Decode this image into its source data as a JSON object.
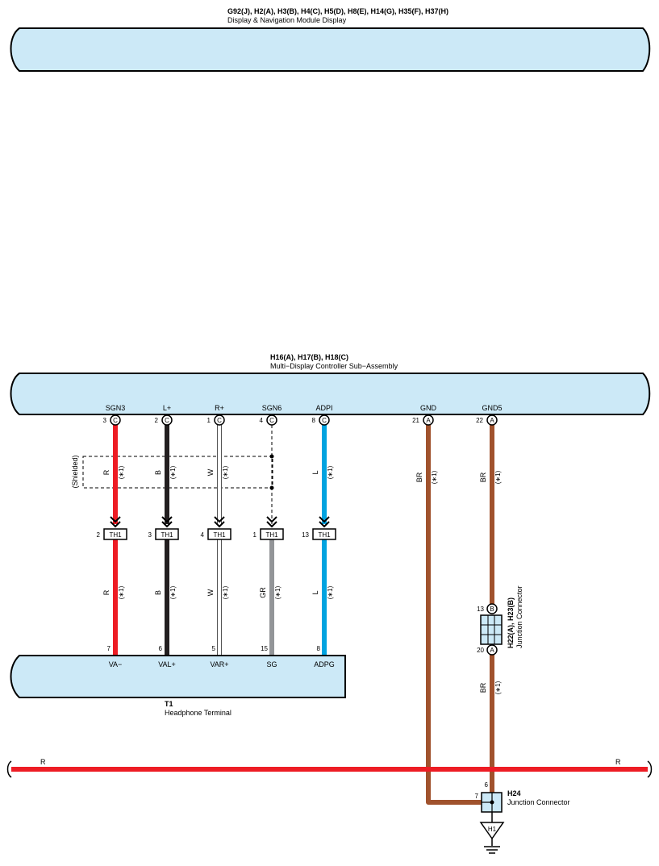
{
  "modules": {
    "display": {
      "code": "G92(J), H2(A), H3(B), H4(C), H5(D), H8(E), H14(G), H35(F), H37(H)",
      "name": "Display & Navigation Module Display"
    },
    "controller": {
      "code": "H16(A), H17(B), H18(C)",
      "name": "Multi−Display Controller Sub−Assembly"
    },
    "headphone": {
      "code": "T1",
      "name": "Headphone Terminal"
    },
    "junction1": {
      "code": "H22(A), H23(B)",
      "name": "Junction Connector"
    },
    "junction2": {
      "code": "H24",
      "name": "Junction Connector"
    }
  },
  "shielded_label": "(Shielded)",
  "note": "(∗1)",
  "ground_label": "H1",
  "colors": {
    "R": "#ed1c24",
    "B": "#231f20",
    "W": "#ffffff",
    "GR": "#939598",
    "L": "#00a3e0",
    "BR": "#a0522d",
    "box_fill": "#cce9f7"
  },
  "wires": [
    {
      "id": "va-minus",
      "top_pin": "3",
      "top_conn": "C",
      "top_label": "SGN3",
      "upper_color": "R",
      "th_pin": "2",
      "th_label": "TH1",
      "lower_color": "R",
      "bottom_pin": "7",
      "bottom_label": "VA−"
    },
    {
      "id": "val-plus",
      "top_pin": "2",
      "top_conn": "C",
      "top_label": "L+",
      "upper_color": "B",
      "th_pin": "3",
      "th_label": "TH1",
      "lower_color": "B",
      "bottom_pin": "6",
      "bottom_label": "VAL+"
    },
    {
      "id": "var-plus",
      "top_pin": "1",
      "top_conn": "C",
      "top_label": "R+",
      "upper_color": "W",
      "th_pin": "4",
      "th_label": "TH1",
      "lower_color": "W",
      "bottom_pin": "5",
      "bottom_label": "VAR+"
    },
    {
      "id": "sg",
      "top_pin": "4",
      "top_conn": "C",
      "top_label": "SGN6",
      "upper_color": "",
      "th_pin": "1",
      "th_label": "TH1",
      "lower_color": "GR",
      "bottom_pin": "15",
      "bottom_label": "SG"
    },
    {
      "id": "adpg",
      "top_pin": "8",
      "top_conn": "C",
      "top_label": "ADPI",
      "upper_color": "L",
      "th_pin": "13",
      "th_label": "TH1",
      "lower_color": "L",
      "bottom_pin": "8",
      "bottom_label": "ADPG"
    }
  ],
  "grounds": [
    {
      "id": "gnd",
      "top_pin": "21",
      "top_conn": "A",
      "top_label": "GND",
      "color": "BR"
    },
    {
      "id": "gnd5",
      "top_pin": "22",
      "top_conn": "A",
      "top_label": "GND5",
      "color": "BR",
      "j_top_pin": "13",
      "j_top_conn": "B",
      "j_bot_pin": "20",
      "j_bot_conn": "A"
    }
  ],
  "h24_pins": {
    "top": "6",
    "left": "7"
  },
  "bus": {
    "left_label": "R",
    "right_label": "R",
    "color": "R"
  }
}
